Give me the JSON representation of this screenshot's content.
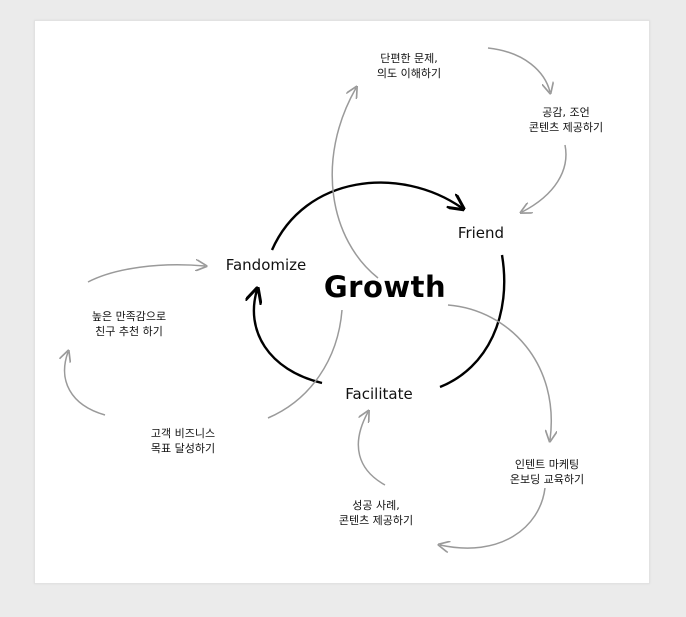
{
  "diagram": {
    "center_label": "Growth",
    "nodes": {
      "friend": "Friend",
      "fandomize": "Fandomize",
      "facilitate": "Facilitate"
    },
    "annotations": {
      "top": [
        "단편한 문제,",
        "의도 이해하기"
      ],
      "top_right": [
        "공감, 조언",
        "콘텐츠 제공하기"
      ],
      "left": [
        "높은 만족감으로",
        "친구 추천 하기"
      ],
      "bottom_left": [
        "고객 비즈니스",
        "목표 달성하기"
      ],
      "bottom_right": [
        "인텐트 마케팅",
        "온보딩 교육하기"
      ],
      "bottom_center": [
        "성공 사례,",
        "콘텐츠 제공하기"
      ]
    },
    "colors": {
      "main_cycle": "#000000",
      "outer_cycle": "#9a9a9a",
      "background": "#ffffff"
    }
  }
}
